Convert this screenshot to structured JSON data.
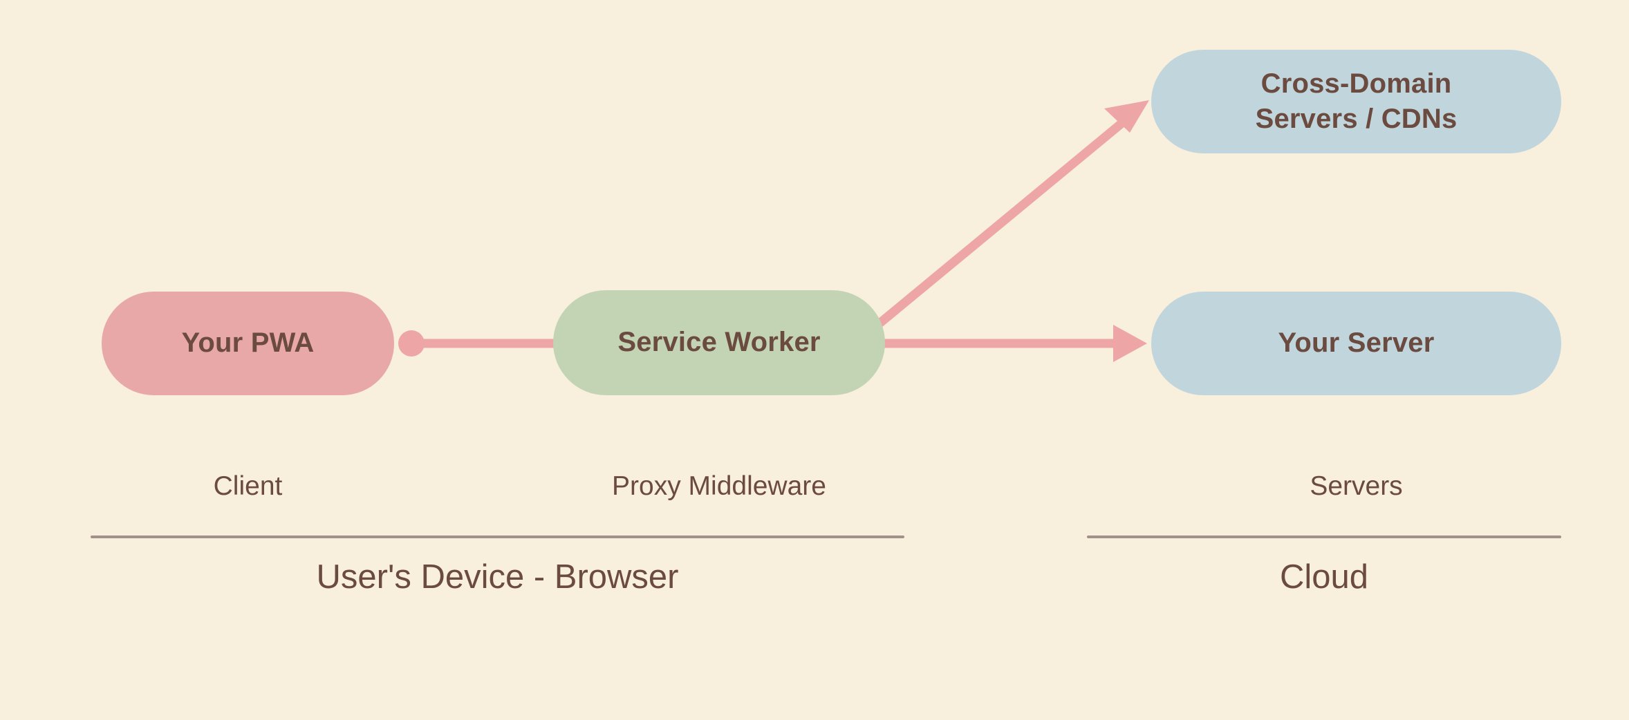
{
  "canvas": {
    "background_color": "#f8efdd",
    "text_color": "#6b4a3f"
  },
  "palette": {
    "pill_pink": "#e9a8a8",
    "pill_green": "#c3d4b4",
    "pill_blue": "#c1d5dc",
    "connector_pink": "#eda5a5",
    "rule_gray": "#a2908b"
  },
  "nodes": {
    "pwa": {
      "label": "Your PWA",
      "color": "#e9a8a8"
    },
    "service_worker": {
      "label": "Service Worker",
      "color": "#c3d4b4"
    },
    "cross_domain": {
      "label_line1": "Cross-Domain",
      "label_line2": "Servers / CDNs",
      "color": "#c1d5dc"
    },
    "your_server": {
      "label": "Your Server",
      "color": "#c1d5dc"
    }
  },
  "zones": {
    "client_label": "Client",
    "proxy_label": "Proxy Middleware",
    "servers_label": "Servers",
    "device_title": "User's Device - Browser",
    "cloud_title": "Cloud"
  },
  "connectors": [
    {
      "name": "pwa-to-service-worker",
      "from": "pwa",
      "to": "service_worker",
      "style": "line-with-dot",
      "arrowhead": false
    },
    {
      "name": "service-worker-to-cross-domain",
      "from": "service_worker",
      "to": "cross_domain",
      "style": "diagonal",
      "arrowhead": true
    },
    {
      "name": "service-worker-to-your-server",
      "from": "service_worker",
      "to": "your_server",
      "style": "horizontal",
      "arrowhead": true
    }
  ]
}
